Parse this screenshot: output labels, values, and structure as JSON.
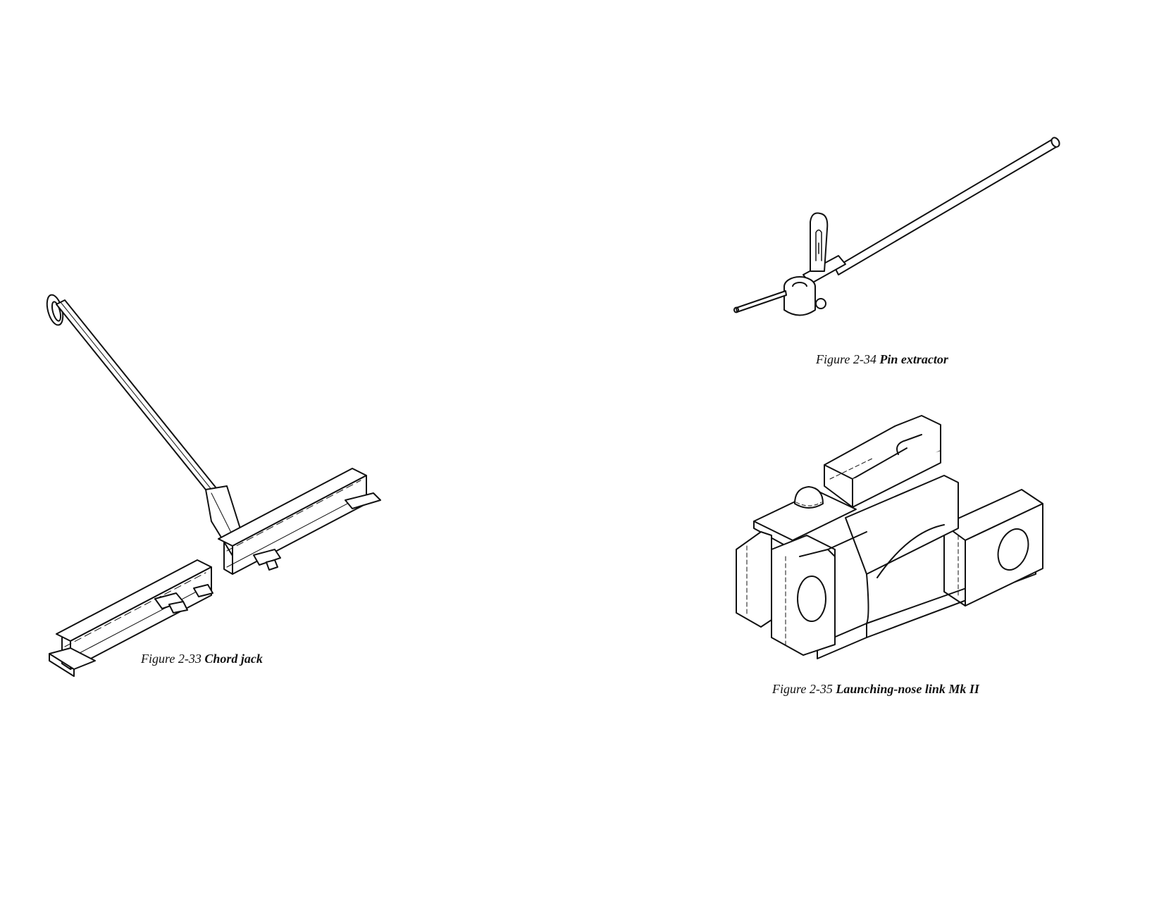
{
  "figures": [
    {
      "label": "Figure 2-33",
      "title": "Chord jack",
      "illustration": "chord-jack-drawing"
    },
    {
      "label": "Figure 2-34",
      "title": "Pin extractor",
      "illustration": "pin-extractor-drawing"
    },
    {
      "label": "Figure 2-35",
      "title": "Launching-nose link Mk II",
      "illustration": "launching-nose-link-drawing"
    }
  ],
  "colors": {
    "ink": "#111111",
    "paper": "#ffffff"
  }
}
